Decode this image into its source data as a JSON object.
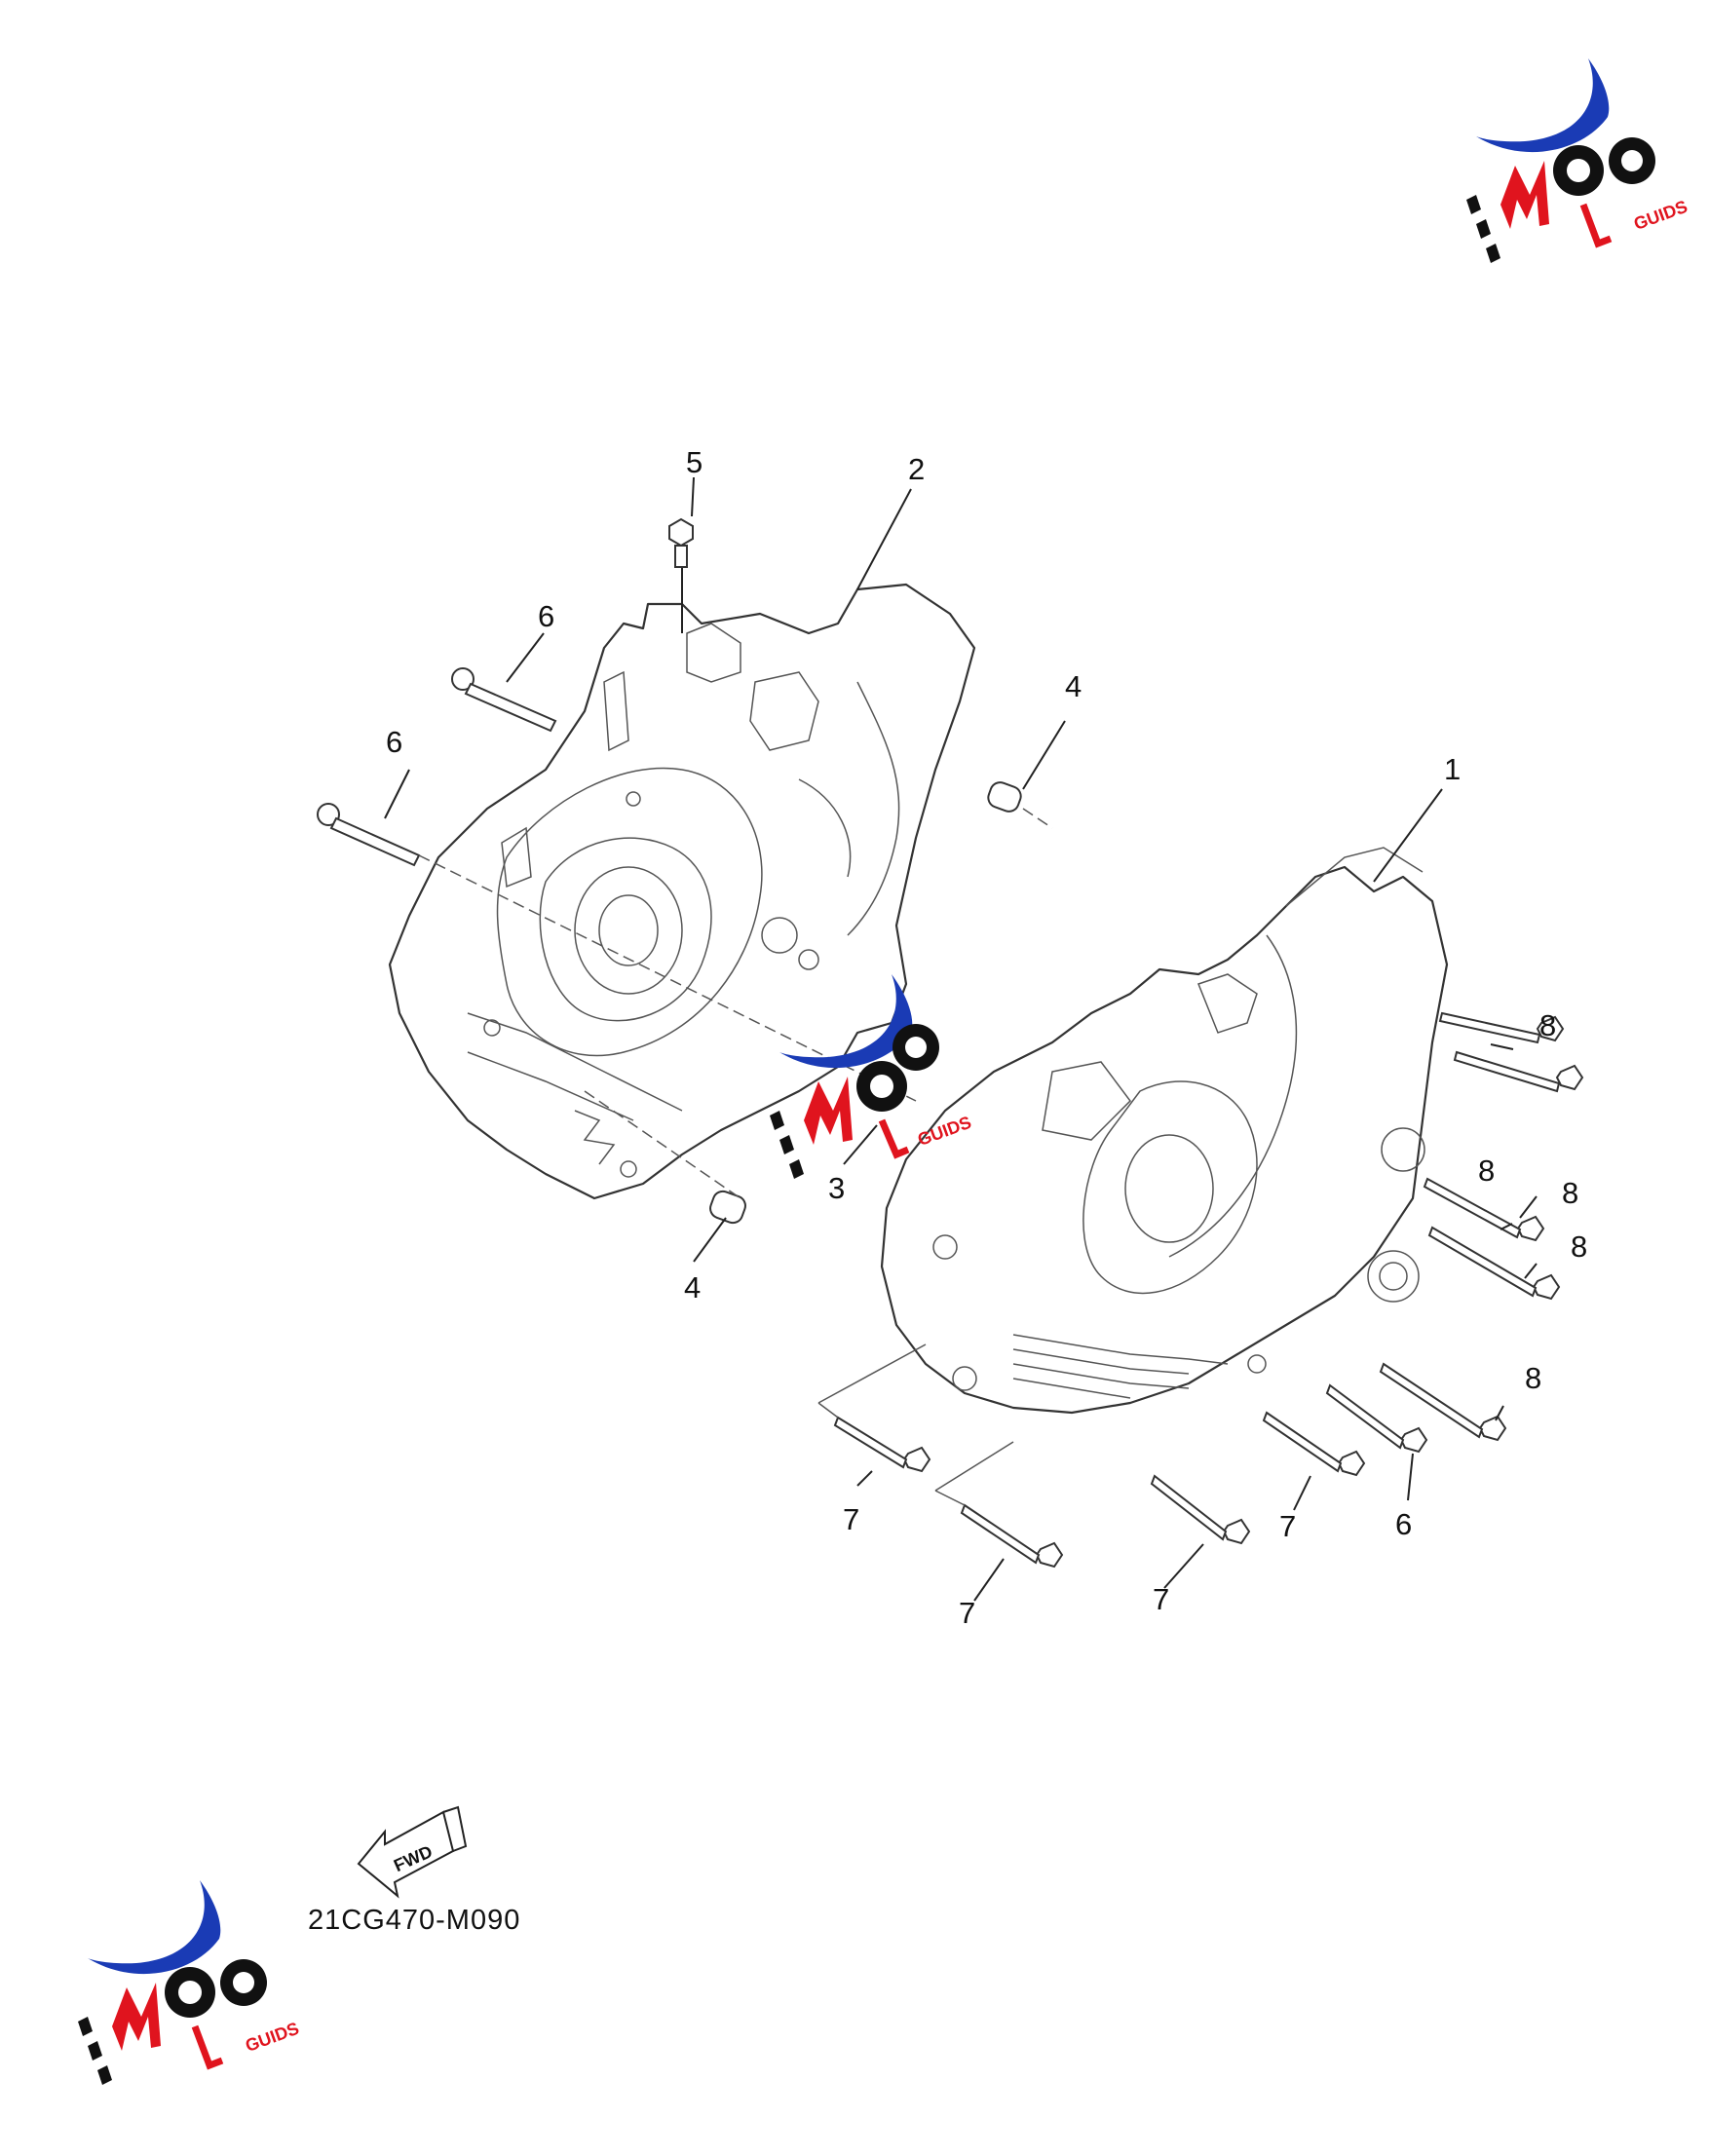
{
  "diagram": {
    "part_code": "21CG470-M090",
    "fwd_arrow_text": "FWD",
    "callouts": [
      {
        "id": "c1",
        "text": "1"
      },
      {
        "id": "c2",
        "text": "2"
      },
      {
        "id": "c3",
        "text": "3"
      },
      {
        "id": "c4a",
        "text": "4"
      },
      {
        "id": "c4b",
        "text": "4"
      },
      {
        "id": "c5",
        "text": "5"
      },
      {
        "id": "c6a",
        "text": "6"
      },
      {
        "id": "c6b",
        "text": "6"
      },
      {
        "id": "c6c",
        "text": "6"
      },
      {
        "id": "c7a",
        "text": "7"
      },
      {
        "id": "c7b",
        "text": "7"
      },
      {
        "id": "c7c",
        "text": "7"
      },
      {
        "id": "c7d",
        "text": "7"
      },
      {
        "id": "c8a",
        "text": "8"
      },
      {
        "id": "c8b",
        "text": "8"
      },
      {
        "id": "c8c",
        "text": "8"
      },
      {
        "id": "c8d",
        "text": "8"
      },
      {
        "id": "c8e",
        "text": "8"
      }
    ]
  },
  "watermark": {
    "text": "MOTO GUIDS",
    "colors": {
      "blue": "#1a3bb5",
      "red": "#e0141e",
      "black": "#111111"
    }
  }
}
